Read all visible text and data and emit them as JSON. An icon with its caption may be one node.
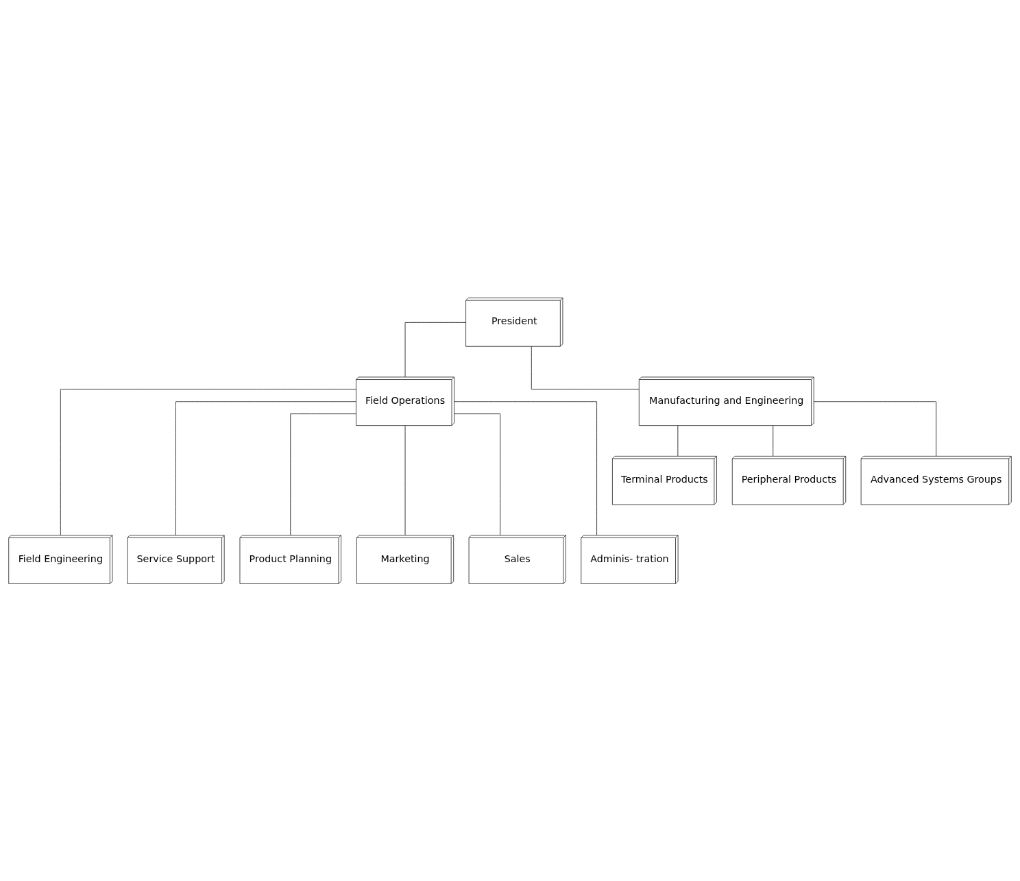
{
  "diagram": {
    "nodes": [
      {
        "text": [
          "President"
        ]
      },
      {
        "text": [
          "Field Operations"
        ]
      },
      {
        "text": [
          "Manufacturing and Engineering"
        ]
      },
      {
        "text": [
          "Terminal Products"
        ]
      },
      {
        "text": [
          "Peripheral Products"
        ]
      },
      {
        "text": [
          "Advanced Systems Groups"
        ]
      },
      {
        "text": [
          "Field Engineering"
        ]
      },
      {
        "text": [
          "Service Support"
        ]
      },
      {
        "text": [
          "Product Planning"
        ]
      },
      {
        "text": [
          "Marketing"
        ]
      },
      {
        "text": [
          "Sales"
        ]
      },
      {
        "text": [
          "Adminis- tration"
        ]
      }
    ],
    "edges": [
      {
        "from": 0,
        "to": 1,
        "arrow": "none"
      },
      {
        "from": 0,
        "to": 2,
        "arrow": "none"
      },
      {
        "from": 2,
        "to": 3,
        "arrow": "none"
      },
      {
        "from": 2,
        "to": 4,
        "arrow": "none"
      },
      {
        "from": 2,
        "to": 5,
        "arrow": "none"
      },
      {
        "from": 1,
        "to": 6,
        "arrow": "none"
      },
      {
        "from": 1,
        "to": 7,
        "arrow": "none"
      },
      {
        "from": 1,
        "to": 8,
        "arrow": "none"
      },
      {
        "from": 1,
        "to": 9,
        "arrow": "none"
      },
      {
        "from": 1,
        "to": 10,
        "arrow": "none"
      },
      {
        "from": 1,
        "to": 11,
        "arrow": "none"
      }
    ]
  }
}
